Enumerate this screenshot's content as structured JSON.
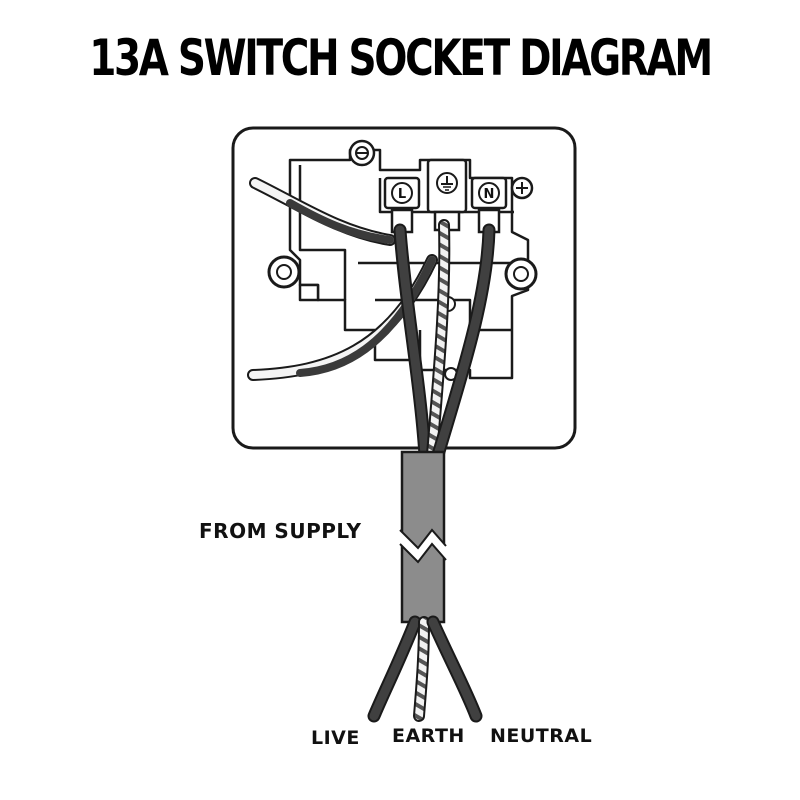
{
  "title": "13A SWITCH SOCKET DIAGRAM",
  "labels": {
    "from_supply": "FROM SUPPLY",
    "live": "LIVE",
    "earth": "EARTH",
    "neutral": "NEUTRAL"
  },
  "terminals": {
    "live": "L",
    "neutral": "N"
  },
  "colors": {
    "outline": "#1a1a1a",
    "cable_sheath": "#8c8c8c",
    "wire_insulation": "#3a3a3a",
    "earth_sleeve_light": "#e6e6e6",
    "background": "#ffffff"
  }
}
